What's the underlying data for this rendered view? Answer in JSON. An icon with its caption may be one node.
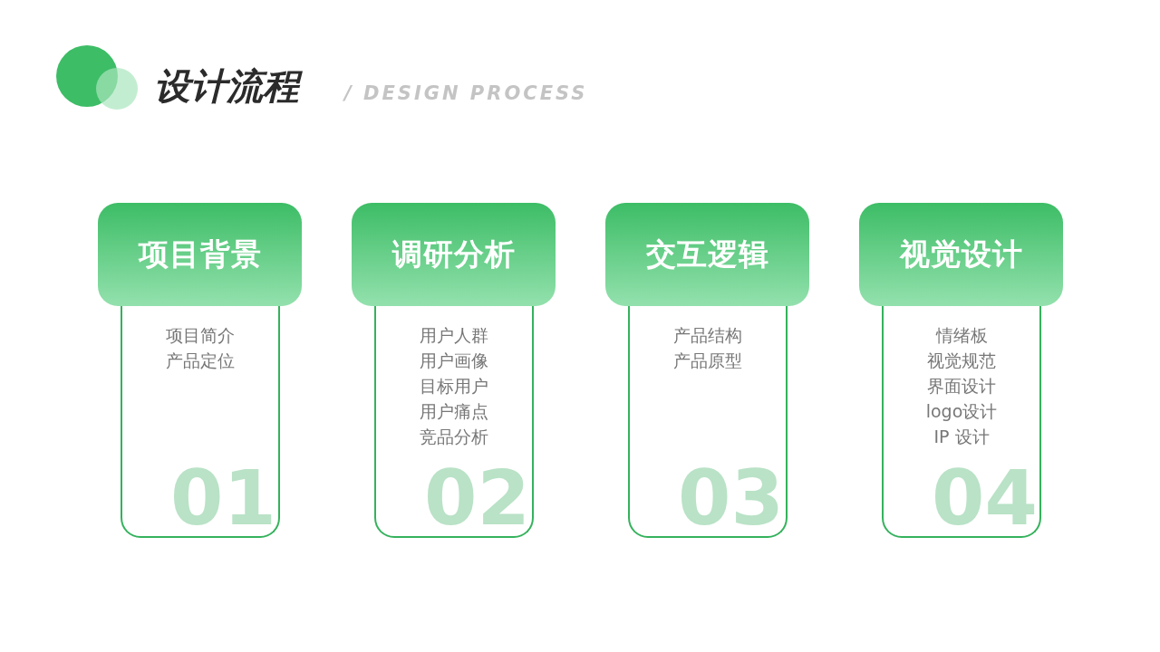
{
  "diagram": {
    "title": "设计流程",
    "nodes": [
      {
        "text": [
          "项目背景"
        ]
      },
      {
        "text": [
          "项目简介",
          "产品定位",
          "01"
        ]
      },
      {
        "text": [
          "调研分析"
        ]
      },
      {
        "text": [
          "用户人群",
          "用户画像",
          "目标用户",
          "用户痛点",
          "竞品分析",
          "02"
        ]
      },
      {
        "text": [
          "交互逻辑"
        ]
      },
      {
        "text": [
          "产品结构",
          "产品原型",
          "03"
        ]
      },
      {
        "text": [
          "视觉设计"
        ]
      },
      {
        "text": [
          "情绪板",
          "视觉规范",
          "界面设计",
          "logo设计",
          "IP 设计",
          "04"
        ]
      }
    ],
    "labels": [
      "/ DESIGN PROCESS"
    ]
  }
}
